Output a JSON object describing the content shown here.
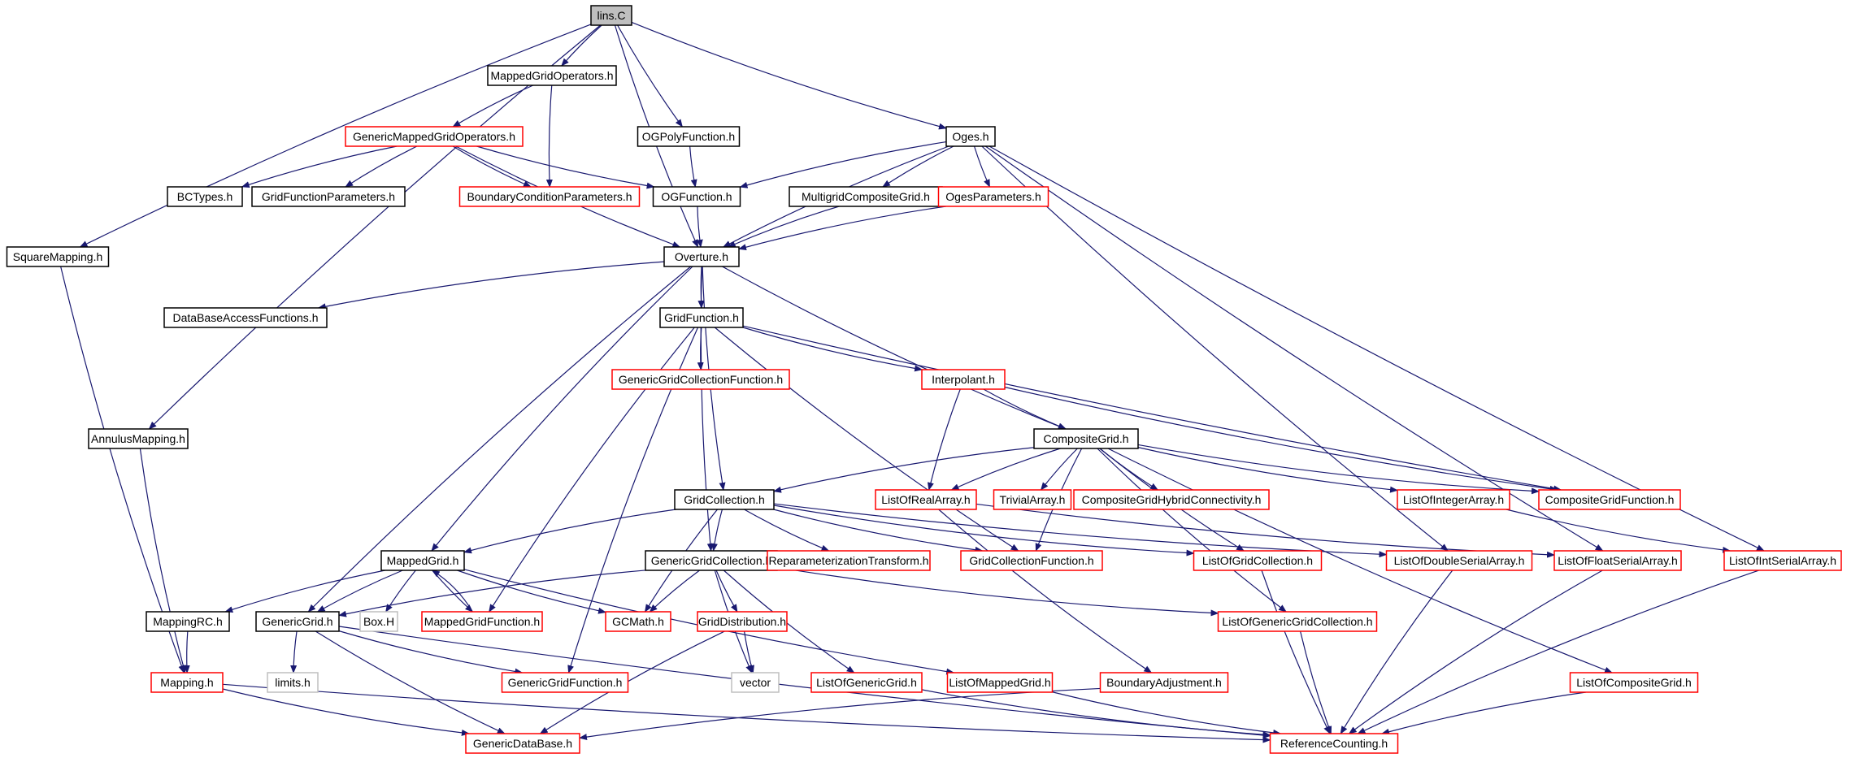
{
  "colors": {
    "edge": "#191970",
    "root_fill": "#bfbfbf",
    "documented_border": "#000000",
    "undocumented_border": "#ff0000",
    "external_border": "#bfbfbf",
    "node_fill": "#ffffff"
  },
  "nodes": [
    {
      "id": "lins_c",
      "label": "lins.C",
      "kind": "root"
    },
    {
      "id": "mgo",
      "label": "MappedGridOperators.h",
      "kind": "documented"
    },
    {
      "id": "gmgo",
      "label": "GenericMappedGridOperators.h",
      "kind": "undocumented"
    },
    {
      "id": "ogpoly",
      "label": "OGPolyFunction.h",
      "kind": "documented"
    },
    {
      "id": "oges",
      "label": "Oges.h",
      "kind": "documented"
    },
    {
      "id": "bctypes",
      "label": "BCTypes.h",
      "kind": "documented"
    },
    {
      "id": "gfp",
      "label": "GridFunctionParameters.h",
      "kind": "documented"
    },
    {
      "id": "bcp",
      "label": "BoundaryConditionParameters.h",
      "kind": "undocumented"
    },
    {
      "id": "ogfunc",
      "label": "OGFunction.h",
      "kind": "documented"
    },
    {
      "id": "mgcg",
      "label": "MultigridCompositeGrid.h",
      "kind": "documented"
    },
    {
      "id": "ogesp",
      "label": "OgesParameters.h",
      "kind": "undocumented"
    },
    {
      "id": "sqmap",
      "label": "SquareMapping.h",
      "kind": "documented"
    },
    {
      "id": "overture",
      "label": "Overture.h",
      "kind": "documented"
    },
    {
      "id": "dbaf",
      "label": "DataBaseAccessFunctions.h",
      "kind": "documented"
    },
    {
      "id": "gridfunc",
      "label": "GridFunction.h",
      "kind": "documented"
    },
    {
      "id": "ggcf",
      "label": "GenericGridCollectionFunction.h",
      "kind": "undocumented"
    },
    {
      "id": "interp",
      "label": "Interpolant.h",
      "kind": "undocumented"
    },
    {
      "id": "annmap",
      "label": "AnnulusMapping.h",
      "kind": "documented"
    },
    {
      "id": "compgrid",
      "label": "CompositeGrid.h",
      "kind": "documented"
    },
    {
      "id": "gridcoll",
      "label": "GridCollection.h",
      "kind": "documented"
    },
    {
      "id": "lora",
      "label": "ListOfRealArray.h",
      "kind": "undocumented"
    },
    {
      "id": "trivarr",
      "label": "TrivialArray.h",
      "kind": "undocumented"
    },
    {
      "id": "cghc",
      "label": "CompositeGridHybridConnectivity.h",
      "kind": "undocumented"
    },
    {
      "id": "loia",
      "label": "ListOfIntegerArray.h",
      "kind": "undocumented"
    },
    {
      "id": "cgf",
      "label": "CompositeGridFunction.h",
      "kind": "undocumented"
    },
    {
      "id": "mappedgrid",
      "label": "MappedGrid.h",
      "kind": "documented"
    },
    {
      "id": "ggc",
      "label": "GenericGridCollection.h",
      "kind": "documented"
    },
    {
      "id": "reptrans",
      "label": "ReparameterizationTransform.h",
      "kind": "undocumented"
    },
    {
      "id": "gcf",
      "label": "GridCollectionFunction.h",
      "kind": "undocumented"
    },
    {
      "id": "logc",
      "label": "ListOfGridCollection.h",
      "kind": "undocumented"
    },
    {
      "id": "lodsa",
      "label": "ListOfDoubleSerialArray.h",
      "kind": "undocumented"
    },
    {
      "id": "lofsa",
      "label": "ListOfFloatSerialArray.h",
      "kind": "undocumented"
    },
    {
      "id": "loisa",
      "label": "ListOfIntSerialArray.h",
      "kind": "undocumented"
    },
    {
      "id": "mappingrc",
      "label": "MappingRC.h",
      "kind": "documented"
    },
    {
      "id": "genericgrid",
      "label": "GenericGrid.h",
      "kind": "documented"
    },
    {
      "id": "boxh",
      "label": "Box.H",
      "kind": "external"
    },
    {
      "id": "mgf",
      "label": "MappedGridFunction.h",
      "kind": "undocumented"
    },
    {
      "id": "gcmath",
      "label": "GCMath.h",
      "kind": "undocumented"
    },
    {
      "id": "griddist",
      "label": "GridDistribution.h",
      "kind": "undocumented"
    },
    {
      "id": "loggc",
      "label": "ListOfGenericGridCollection.h",
      "kind": "undocumented"
    },
    {
      "id": "mapping",
      "label": "Mapping.h",
      "kind": "undocumented"
    },
    {
      "id": "limits",
      "label": "limits.h",
      "kind": "external"
    },
    {
      "id": "ggf",
      "label": "GenericGridFunction.h",
      "kind": "undocumented"
    },
    {
      "id": "vector",
      "label": "vector",
      "kind": "external"
    },
    {
      "id": "loggrid",
      "label": "ListOfGenericGrid.h",
      "kind": "undocumented"
    },
    {
      "id": "lomg",
      "label": "ListOfMappedGrid.h",
      "kind": "undocumented"
    },
    {
      "id": "badj",
      "label": "BoundaryAdjustment.h",
      "kind": "undocumented"
    },
    {
      "id": "locg",
      "label": "ListOfCompositeGrid.h",
      "kind": "undocumented"
    },
    {
      "id": "gdb",
      "label": "GenericDataBase.h",
      "kind": "undocumented"
    },
    {
      "id": "refcount",
      "label": "ReferenceCounting.h",
      "kind": "undocumented"
    }
  ]
}
